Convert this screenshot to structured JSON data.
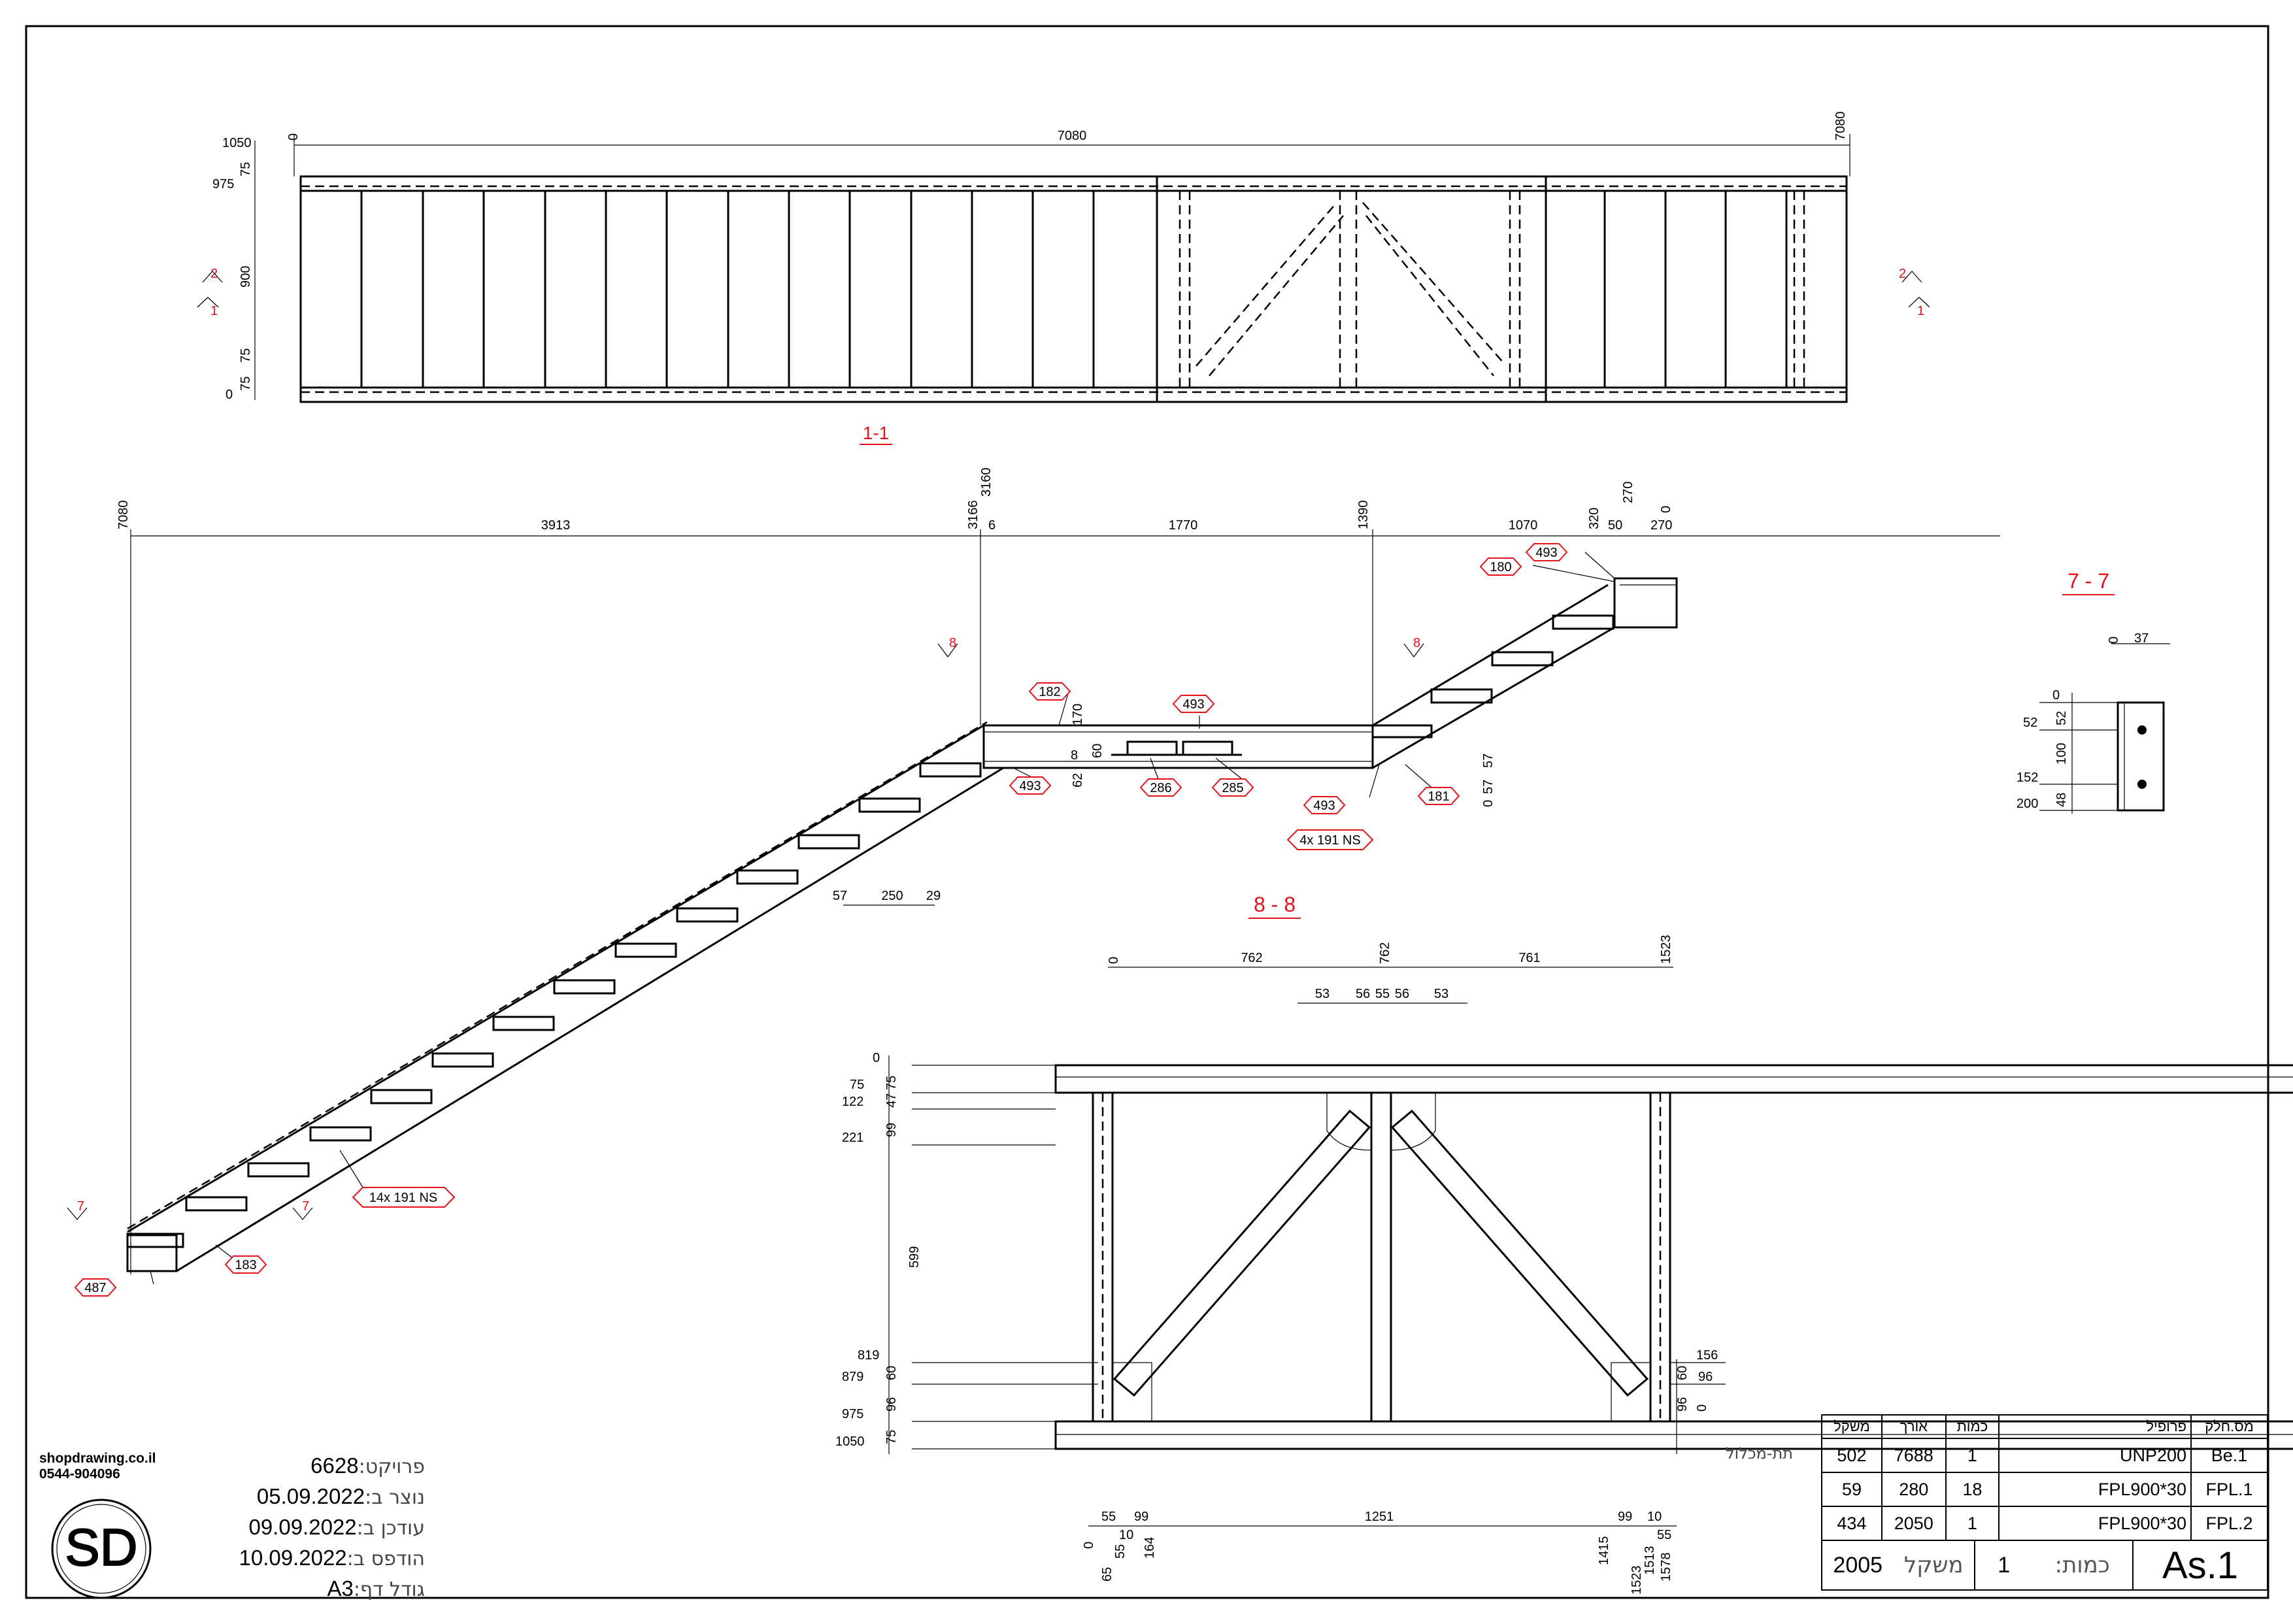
{
  "plan_view": {
    "section_label": "1-1",
    "dims_left": [
      "1050",
      "975",
      "75",
      "900",
      "75",
      "75",
      "0"
    ],
    "dim_top": [
      "0",
      "7080",
      "7080"
    ],
    "section_markers": [
      "2",
      "1",
      "2",
      "1"
    ]
  },
  "elevation": {
    "dims_top": [
      "7080",
      "3913",
      "3160",
      "3166",
      "6",
      "1770",
      "1390",
      "1070",
      "320",
      "50",
      "270",
      "270",
      "0"
    ],
    "tags": [
      "493",
      "180",
      "182",
      "170",
      "493",
      "60",
      "62",
      "8",
      "493",
      "286",
      "285",
      "493",
      "181",
      "57",
      "57",
      "0",
      "4x 191 NS",
      "57",
      "250",
      "29",
      "14x 191 NS",
      "183",
      "487"
    ],
    "section_markers": [
      "8",
      "8",
      "7",
      "7"
    ]
  },
  "section_7": {
    "title": "7 - 7",
    "dims": [
      "0",
      "37",
      "0",
      "52",
      "52",
      "100",
      "152",
      "48",
      "200"
    ]
  },
  "section_8": {
    "title": "8 - 8",
    "dims_top": [
      "0",
      "762",
      "762",
      "761",
      "1523"
    ],
    "dims_top2": [
      "53",
      "56",
      "55",
      "56",
      "53"
    ],
    "dims_left": [
      "0",
      "75",
      "75",
      "122",
      "47",
      "99",
      "221",
      "599",
      "819",
      "879",
      "60",
      "96",
      "975",
      "1050",
      "75"
    ],
    "dims_right": [
      "156",
      "60",
      "96",
      "96",
      "0"
    ],
    "dims_bottom": [
      "0",
      "55",
      "65",
      "55",
      "10",
      "99",
      "164",
      "1251",
      "1415",
      "99",
      "10",
      "1523",
      "1513",
      "55",
      "1578"
    ]
  },
  "company": {
    "website": "shopdrawing.co.il",
    "phone": "0544-904096",
    "logo_letters": "SD"
  },
  "project_info": [
    {
      "value": "6628",
      "label": ":פרויקט"
    },
    {
      "value": "05.09.2022",
      "label": ":נוצר ב"
    },
    {
      "value": "09.09.2022",
      "label": ":עודכן ב"
    },
    {
      "value": "10.09.2022",
      "label": ":הודפס ב"
    },
    {
      "value": "A3",
      "label": ":גודל דף"
    }
  ],
  "bom": {
    "headers": [
      "משקל",
      "אורך",
      "כמות",
      "פרופיל",
      "מס.חלק"
    ],
    "side_label": "תת-מכלול",
    "rows": [
      {
        "weight": "502",
        "length": "7688",
        "qty": "1",
        "profile": "UNP200",
        "part": "Be.1"
      },
      {
        "weight": "59",
        "length": "280",
        "qty": "18",
        "profile": "FPL900*30",
        "part": "FPL.1"
      },
      {
        "weight": "434",
        "length": "2050",
        "qty": "1",
        "profile": "FPL900*30",
        "part": "FPL.2"
      }
    ],
    "footer": {
      "weight": "2005",
      "weight_label": "משקל",
      "qty_label": ":כמות",
      "qty": "1",
      "assembly": "As.1"
    }
  }
}
